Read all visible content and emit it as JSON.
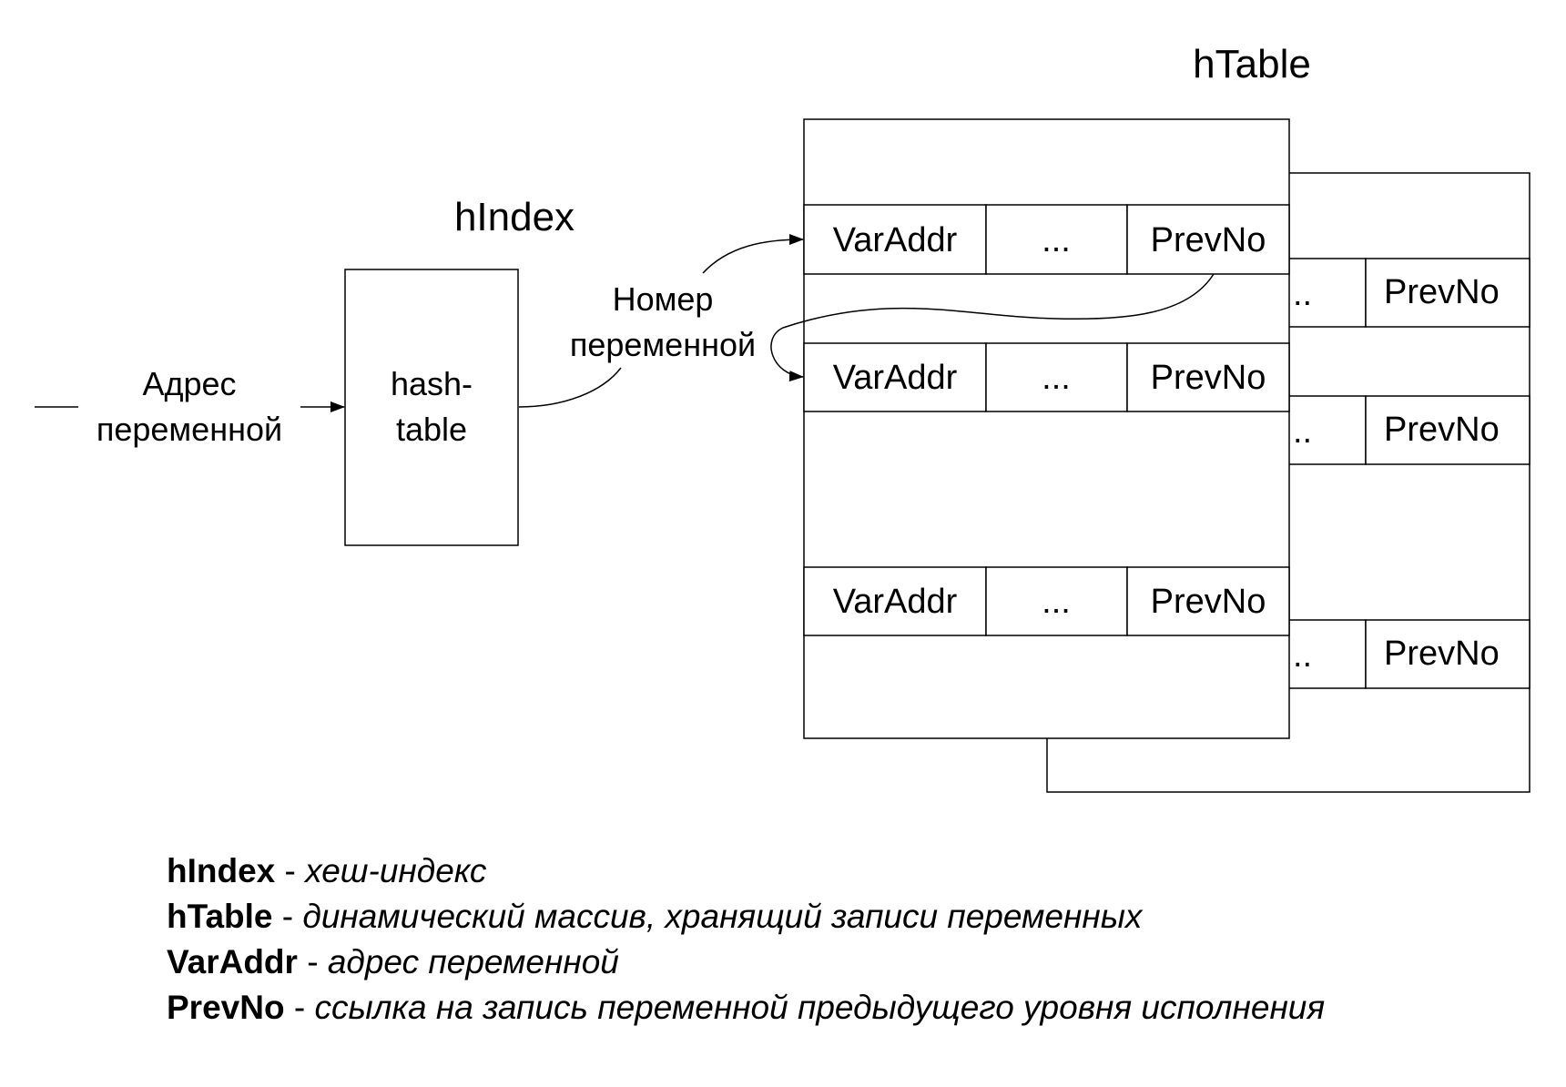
{
  "labels": {
    "htable_title": "hTable",
    "hindex_title": "hIndex",
    "input_line1": "Адрес",
    "input_line2": "переменной",
    "hashbox_line1": "hash-",
    "hashbox_line2": "table",
    "output_line1": "Номер",
    "output_line2": "переменной"
  },
  "table": {
    "front_rows": [
      {
        "varaddr": "VarAddr",
        "mid": "...",
        "prevno": "PrevNo"
      },
      {
        "varaddr": "VarAddr",
        "mid": "...",
        "prevno": "PrevNo"
      },
      {
        "varaddr": "VarAddr",
        "mid": "...",
        "prevno": "PrevNo"
      }
    ],
    "back_rows": [
      {
        "mid": "..",
        "prevno": "PrevNo"
      },
      {
        "mid": "..",
        "prevno": "PrevNo"
      },
      {
        "mid": "..",
        "prevno": "PrevNo"
      }
    ]
  },
  "legend": [
    {
      "term": "hIndex",
      "sep": " - ",
      "def": "хеш-индекс"
    },
    {
      "term": "hTable",
      "sep": " - ",
      "def": "динамический массив, хранящий записи переменных"
    },
    {
      "term": "VarAddr",
      "sep": " - ",
      "def": "адрес переменной"
    },
    {
      "term": "PrevNo",
      "sep": " - ",
      "def": "ссылка на запись переменной предыдущего уровня исполнения"
    }
  ]
}
